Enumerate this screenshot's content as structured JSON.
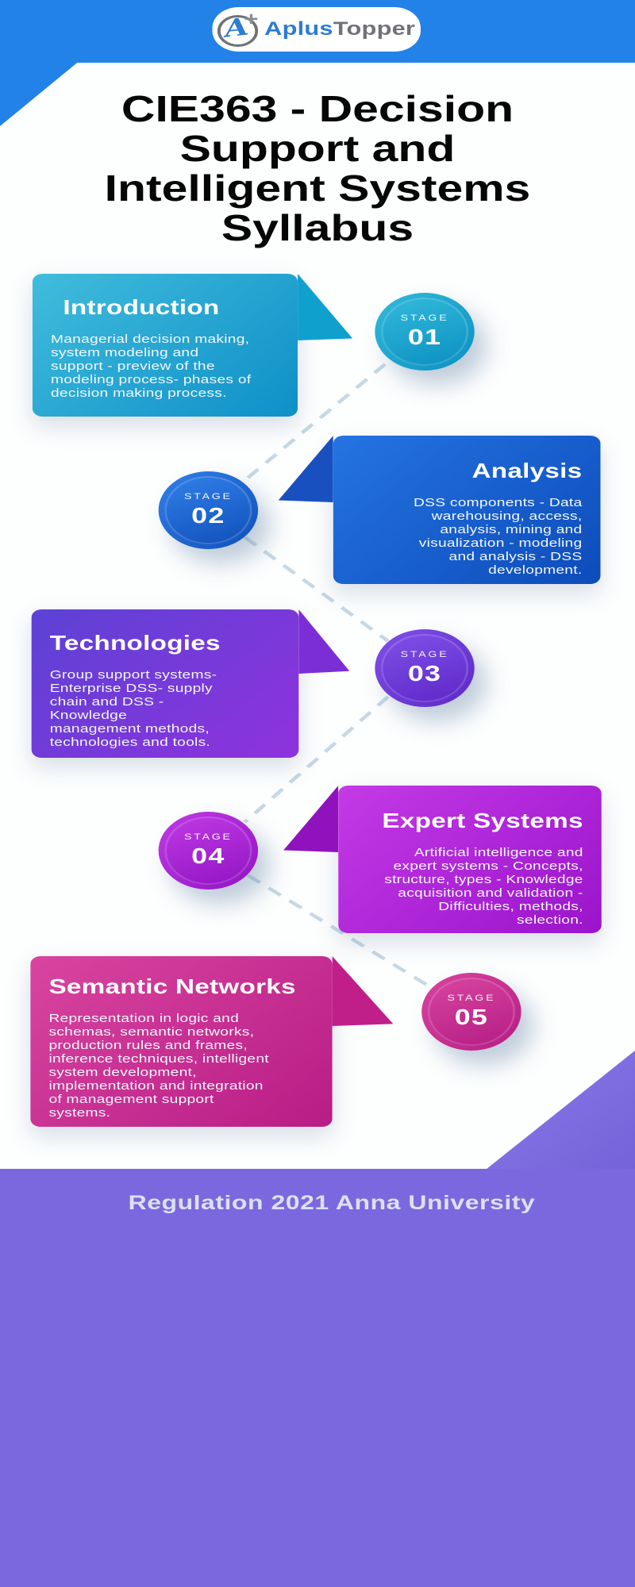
{
  "brand": {
    "header_bg": "#2282e7",
    "logo_icon": "a-plus-circle-icon",
    "logo_text_primary": "Aplus",
    "logo_text_secondary": "Topper",
    "logo_primary_color": "#2b7cd4",
    "logo_secondary_color": "#6f7276"
  },
  "title": {
    "lines": [
      "CIE363 - Decision",
      "Support and",
      "Intelligent Systems",
      "Syllabus"
    ]
  },
  "stages": [
    {
      "stage_label": "STAGE",
      "number": "01",
      "title": "Introduction",
      "body": "Managerial decision making,\nsystem modeling and\nsupport - preview of the\nmodeling process- phases of\ndecision making process.",
      "colors": {
        "card_start": "#41bcdc",
        "card_end": "#0e90c8",
        "circle_start": "#33bada",
        "circle_end": "#0b90c2",
        "triangle": "#10a0ce"
      }
    },
    {
      "stage_label": "STAGE",
      "number": "02",
      "title": "Analysis",
      "body": "DSS components - Data\nwarehousing, access,\nanalysis, mining and\nvisualization - modeling\nand analysis - DSS\ndevelopment.",
      "colors": {
        "card_start": "#2474e2",
        "card_end": "#0d4cba",
        "circle_start": "#3180e8",
        "circle_end": "#1150bb",
        "triangle": "#1850c0"
      }
    },
    {
      "stage_label": "STAGE",
      "number": "03",
      "title": "Technologies",
      "body": "Group support systems-\nEnterprise DSS- supply\nchain and DSS -\nKnowledge\nmanagement methods,\ntechnologies and tools.",
      "colors": {
        "card_start": "#5c42d5",
        "card_end": "#8f32dd",
        "circle_start": "#8150e8",
        "circle_end": "#5c28c8",
        "triangle": "#7c2ed6"
      }
    },
    {
      "stage_label": "STAGE",
      "number": "04",
      "title": "Expert Systems",
      "body": "Artificial intelligence and\nexpert systems - Concepts,\nstructure, types - Knowledge\nacquisition and validation -\nDifficulties, methods,\nselection.",
      "colors": {
        "card_start": "#c43ae6",
        "card_end": "#9a14cb",
        "circle_start": "#bf3ae4",
        "circle_end": "#9214c4",
        "triangle": "#9012bd"
      }
    },
    {
      "stage_label": "STAGE",
      "number": "05",
      "title": "Semantic Networks",
      "body": "Representation in logic and\nschemas, semantic networks,\nproduction rules and frames,\ninference techniques, intelligent\nsystem development,\nimplementation and integration\nof management support\nsystems.",
      "colors": {
        "card_start": "#d8459f",
        "card_end": "#b81c86",
        "circle_start": "#d8459f",
        "circle_end": "#b51d85",
        "triangle": "#c01f8a"
      }
    }
  ],
  "footer": {
    "text": "Regulation 2021 Anna University",
    "bg": "#7b68de"
  },
  "connector_color": "#c5d8e5"
}
